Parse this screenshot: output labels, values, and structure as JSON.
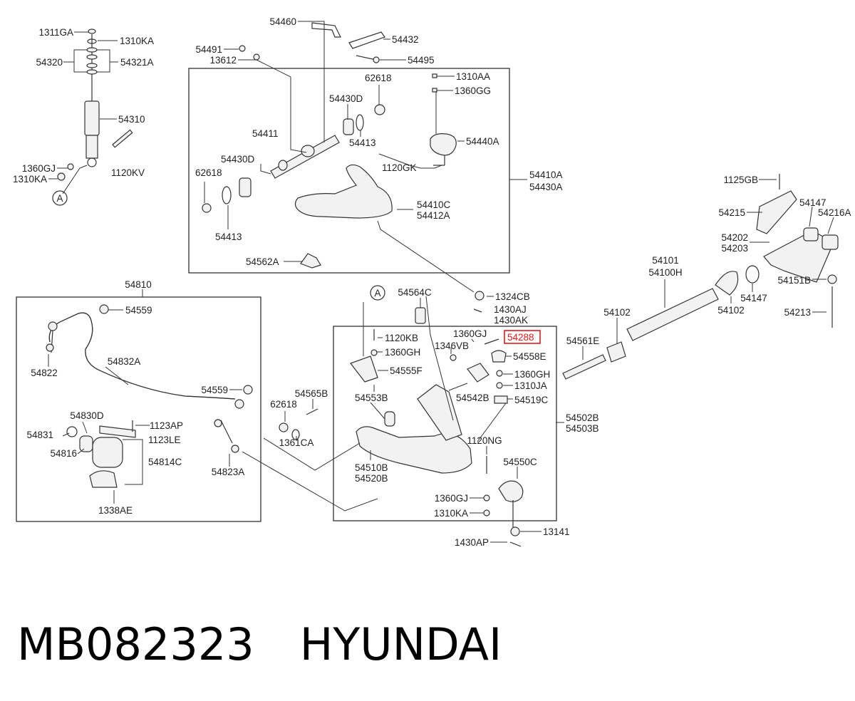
{
  "callouts": {
    "c1311GA": "1311GA",
    "c1310KA_top": "1310KA",
    "c54320": "54320",
    "c54321A": "54321A",
    "c54310": "54310",
    "c1120KV": "1120KV",
    "c1360GJ_a": "1360GJ",
    "c1310KA_a": "1310KA",
    "cA1": "A",
    "c54460": "54460",
    "c54432": "54432",
    "c54491": "54491",
    "c13612": "13612",
    "c54495": "54495",
    "c62618_a": "62618",
    "c1310AA": "1310AA",
    "c1360GG": "1360GG",
    "c54430D_a": "54430D",
    "c54413_a": "54413",
    "c54411": "54411",
    "c54440A": "54440A",
    "c54430D_b": "54430D",
    "c1120GK": "1120GK",
    "c62618_b": "62618",
    "c54410A": "54410A",
    "c54430A": "54430A",
    "c54410C": "54410C",
    "c54412A": "54412A",
    "c54413_b": "54413",
    "c54562A": "54562A",
    "c1125GB": "1125GB",
    "c54215": "54215",
    "c54147_a": "54147",
    "c54216A": "54216A",
    "c54202": "54202",
    "c54203": "54203",
    "c54101": "54101",
    "c54100H": "54100H",
    "c54151B": "54151B",
    "c54147_b": "54147",
    "c54102_a": "54102",
    "c54213": "54213",
    "c54102_b": "54102",
    "c54561E": "54561E",
    "c1324CB": "1324CB",
    "c1430AJ": "1430AJ",
    "c1430AK": "1430AK",
    "c54564C": "54564C",
    "cA2": "A",
    "c1120KB": "1120KB",
    "c1360GH_a": "1360GH",
    "c1346VB": "1346VB",
    "c1360GJ_b": "1360GJ",
    "c54288": "54288",
    "c54558E": "54558E",
    "c54555F": "54555F",
    "c1360GH_b": "1360GH",
    "c1310JA": "1310JA",
    "c54542B": "54542B",
    "c54519C": "54519C",
    "c54553B": "54553B",
    "c54502B": "54502B",
    "c54503B": "54503B",
    "c1120NG": "1120NG",
    "c54510B": "54510B",
    "c54520B": "54520B",
    "c54550C": "54550C",
    "c1360GJ_c": "1360GJ",
    "c1310KA_b": "1310KA",
    "c13141": "13141",
    "c1430AP": "1430AP",
    "c54810": "54810",
    "c54559_a": "54559",
    "c54822": "54822",
    "c54832A": "54832A",
    "c54559_b": "54559",
    "c54565B": "54565B",
    "c62618_c": "62618",
    "c1361CA": "1361CA",
    "c54830D": "54830D",
    "c54831": "54831",
    "c54816": "54816",
    "c1123AP": "1123AP",
    "c1123LE": "1123LE",
    "c54814C": "54814C",
    "c54823A": "54823A",
    "c1338AE": "1338AE"
  },
  "highlighted_part": "54288",
  "highlight_color": "#e31b1b",
  "footer": {
    "part_number": "MB082323",
    "brand": "HYUNDAI"
  }
}
